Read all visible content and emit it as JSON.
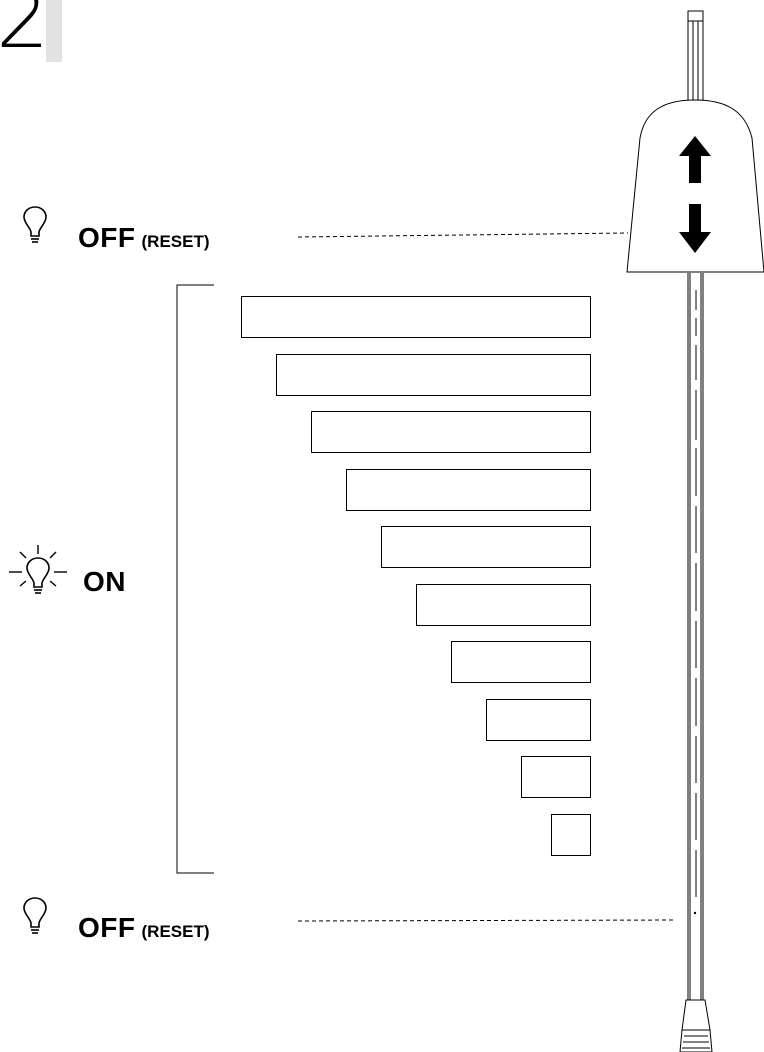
{
  "step": {
    "number": "2"
  },
  "states": {
    "off_top": {
      "main": "OFF",
      "sub": "(RESET)",
      "icon": "lightbulb-off-icon"
    },
    "on": {
      "main": "ON",
      "icon": "lightbulb-on-icon"
    },
    "off_bottom": {
      "main": "OFF",
      "sub": "(RESET)",
      "icon": "lightbulb-off-icon"
    }
  },
  "control": {
    "up_icon": "arrow-up-icon",
    "down_icon": "arrow-down-icon"
  },
  "on_levels": {
    "count": 10,
    "relative_lengths": [
      1.0,
      0.9,
      0.8,
      0.7,
      0.6,
      0.5,
      0.4,
      0.3,
      0.2,
      0.1
    ]
  },
  "colors": {
    "stroke": "#000000",
    "tab": "#e2e2e2"
  }
}
